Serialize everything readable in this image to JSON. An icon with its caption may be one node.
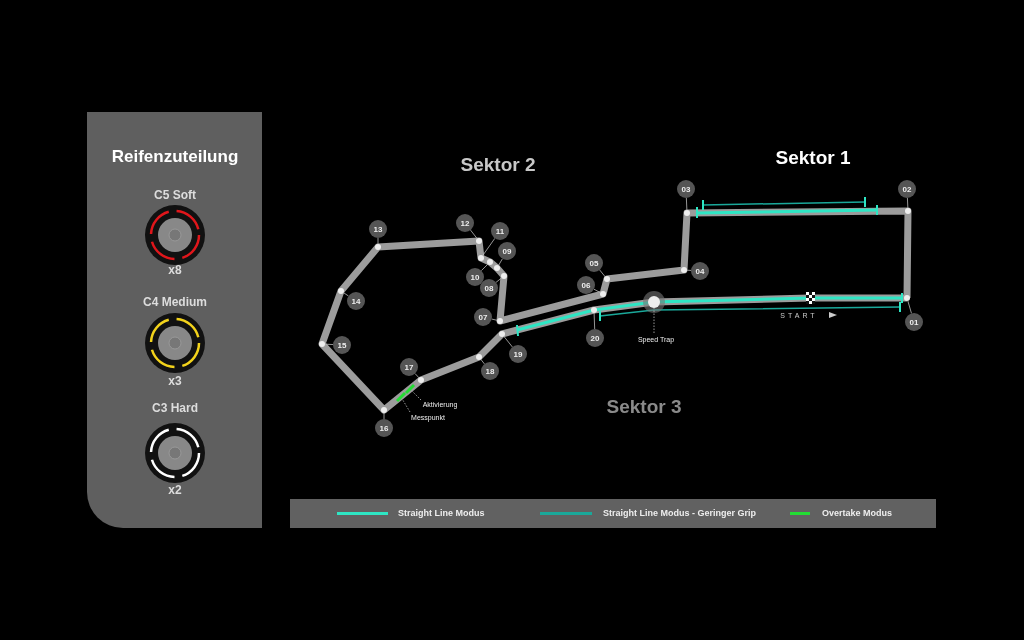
{
  "diagram": {
    "nodes": [
      {
        "text": [
          "Reifenzuteilung",
          "C5 Soft",
          "x8",
          "C4 Medium",
          "x3",
          "C3 Hard",
          "x2"
        ]
      },
      {
        "text": [
          "01"
        ]
      },
      {
        "text": [
          "02"
        ]
      },
      {
        "text": [
          "03"
        ]
      },
      {
        "text": [
          "04"
        ]
      },
      {
        "text": [
          "05"
        ]
      },
      {
        "text": [
          "06"
        ]
      },
      {
        "text": [
          "07"
        ]
      },
      {
        "text": [
          "08"
        ]
      },
      {
        "text": [
          "09"
        ]
      },
      {
        "text": [
          "10"
        ]
      },
      {
        "text": [
          "11"
        ]
      },
      {
        "text": [
          "12"
        ]
      },
      {
        "text": [
          "13"
        ]
      },
      {
        "text": [
          "14"
        ]
      },
      {
        "text": [
          "15"
        ]
      },
      {
        "text": [
          "16"
        ]
      },
      {
        "text": [
          "17"
        ]
      },
      {
        "text": [
          "18"
        ]
      },
      {
        "text": [
          "19"
        ]
      },
      {
        "text": [
          "20"
        ]
      },
      {
        "text": [
          "Speed Trap"
        ]
      },
      {
        "text": [
          "Aktivierung"
        ]
      },
      {
        "text": [
          "Messpunkt"
        ]
      },
      {
        "text": [],
        "shape": "circle"
      },
      {
        "text": [],
        "shape": "circle"
      },
      {
        "text": [],
        "shape": "circle"
      },
      {
        "text": [],
        "shape": "circle"
      },
      {
        "text": [],
        "shape": "circle"
      },
      {
        "text": [],
        "shape": "circle"
      },
      {
        "text": [],
        "shape": "circle"
      },
      {
        "text": [],
        "shape": "circle"
      },
      {
        "text": [],
        "shape": "circle"
      },
      {
        "text": [],
        "shape": "circle"
      },
      {
        "text": [],
        "shape": "circle"
      },
      {
        "text": [],
        "shape": "circle"
      },
      {
        "text": [],
        "shape": "circle"
      },
      {
        "text": [],
        "shape": "circle"
      },
      {
        "text": [],
        "shape": "circle"
      },
      {
        "text": [],
        "shape": "circle"
      },
      {
        "text": [],
        "shape": "circle"
      },
      {
        "text": [],
        "shape": "circle"
      },
      {
        "text": [],
        "shape": "circle"
      },
      {
        "text": [],
        "shape": "circle"
      },
      {
        "text": [],
        "shape": "circle"
      },
      {
        "text": [],
        "shape": "bar"
      },
      {
        "text": [],
        "shape": "bar"
      }
    ],
    "edges": [
      {
        "from": 1,
        "to": 24,
        "arrow": "none"
      },
      {
        "from": 2,
        "to": 25,
        "arrow": "none"
      },
      {
        "from": 3,
        "to": 26,
        "arrow": "none"
      },
      {
        "from": 4,
        "to": 27,
        "arrow": "none"
      },
      {
        "from": 5,
        "to": 28,
        "arrow": "none"
      },
      {
        "from": 6,
        "to": 29,
        "arrow": "none"
      },
      {
        "from": 7,
        "to": 30,
        "arrow": "none"
      },
      {
        "from": 8,
        "to": 31,
        "arrow": "none"
      },
      {
        "from": 9,
        "to": 32,
        "arrow": "none"
      },
      {
        "from": 10,
        "to": 33,
        "arrow": "none"
      },
      {
        "from": 11,
        "to": 34,
        "arrow": "none"
      },
      {
        "from": 12,
        "to": 35,
        "arrow": "none"
      },
      {
        "from": 13,
        "to": 36,
        "arrow": "none"
      },
      {
        "from": 14,
        "to": 37,
        "arrow": "none"
      },
      {
        "from": 15,
        "to": 38,
        "arrow": "none"
      },
      {
        "from": 16,
        "to": 39,
        "arrow": "none"
      },
      {
        "from": 17,
        "to": 40,
        "arrow": "none"
      },
      {
        "from": 18,
        "to": 41,
        "arrow": "none"
      },
      {
        "from": 19,
        "to": 42,
        "arrow": "none"
      },
      {
        "from": 20,
        "to": 43,
        "arrow": "none"
      },
      {
        "from": 21,
        "to": 44,
        "arrow": "none",
        "style": "dashed"
      },
      {
        "from": 22,
        "to": 45,
        "arrow": "none",
        "style": "dashed"
      },
      {
        "from": 23,
        "to": 46,
        "arrow": "none",
        "style": "dashed"
      }
    ],
    "labels": [
      "Sektor 2",
      "Sektor 1",
      "START",
      "Sektor 3"
    ],
    "legend": [
      {
        "text": "Straight Line Modus"
      },
      {
        "text": "Straight Line Modus - Geringer Grip"
      },
      {
        "text": "Overtake Modus"
      }
    ]
  }
}
